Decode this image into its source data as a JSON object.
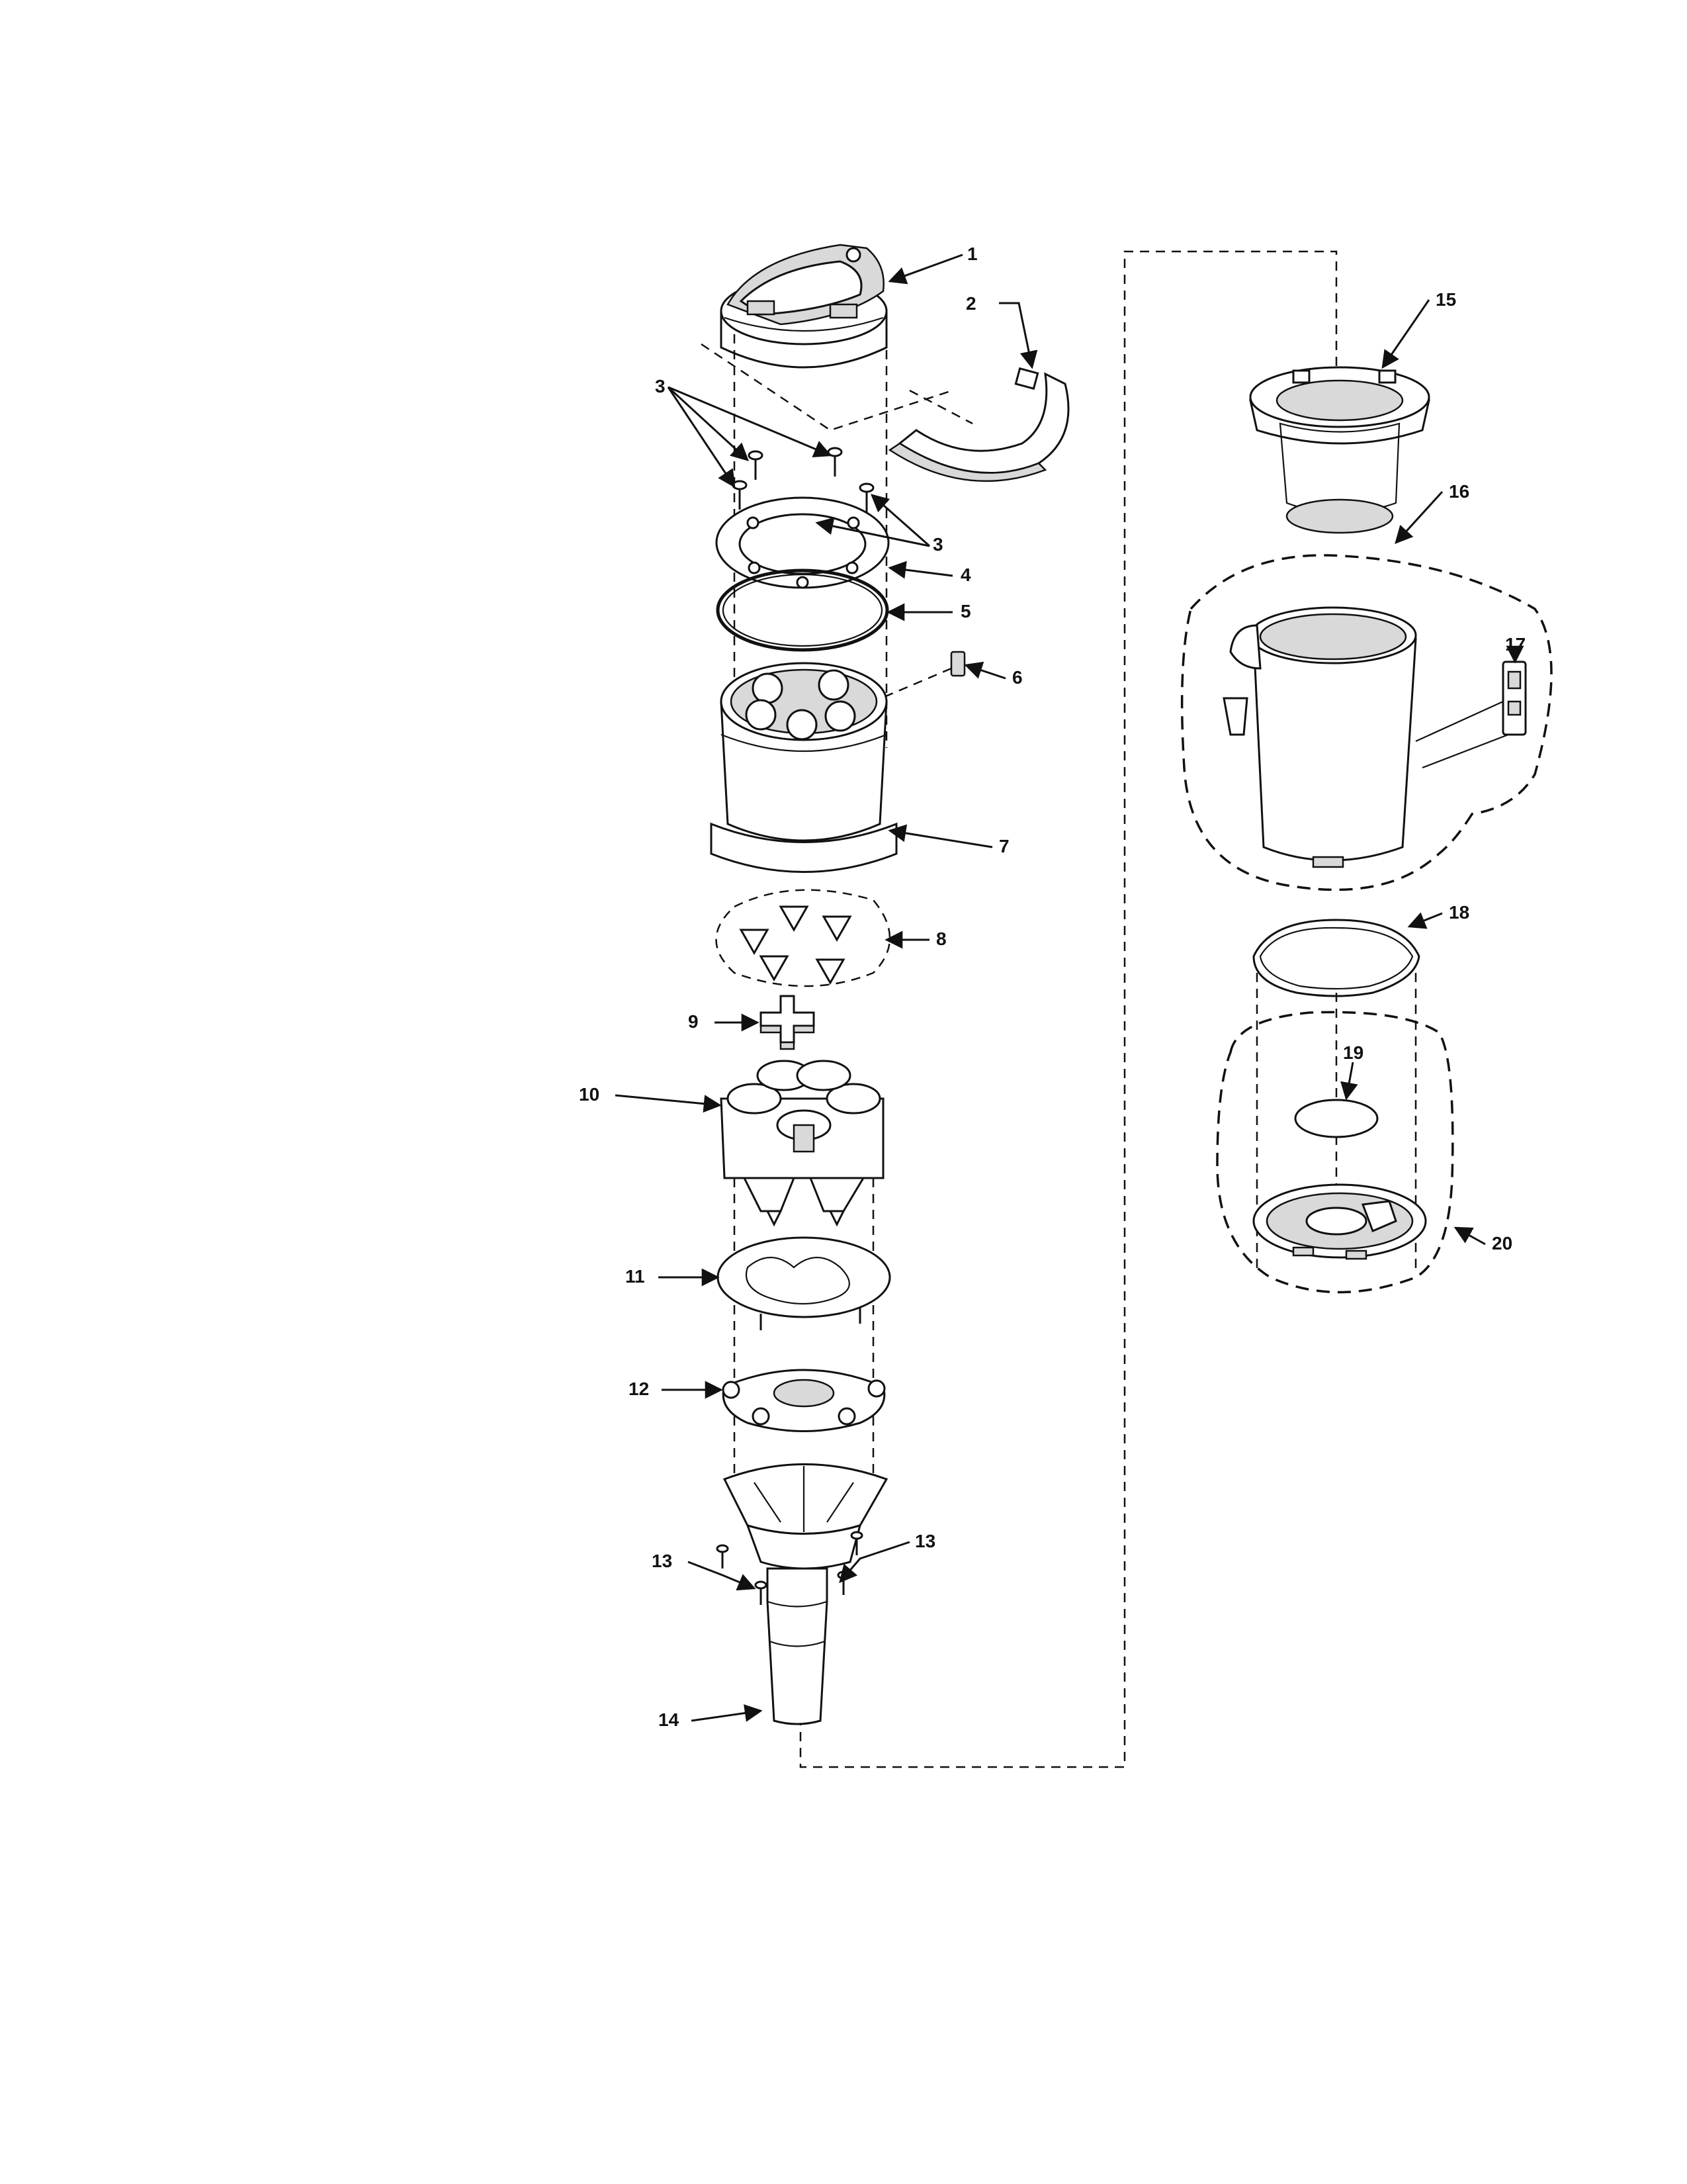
{
  "diagram": {
    "part_callouts": [
      "1",
      "2",
      "3",
      "3",
      "4",
      "5",
      "6",
      "7",
      "8",
      "9",
      "10",
      "11",
      "12",
      "13",
      "13",
      "14",
      "15",
      "16",
      "17",
      "18",
      "19",
      "20"
    ],
    "accent_color": "#111111",
    "background_color": "#ffffff"
  }
}
